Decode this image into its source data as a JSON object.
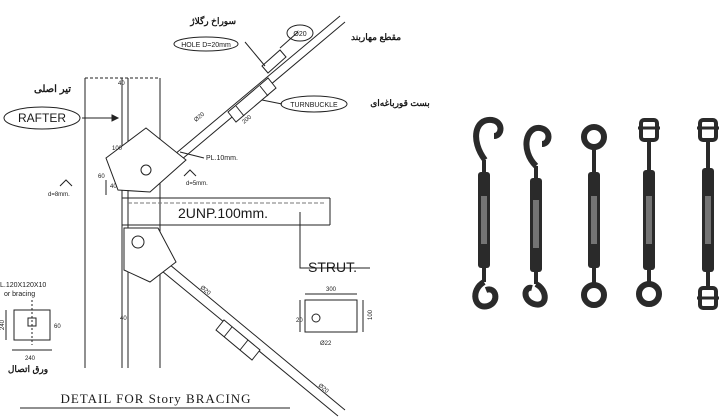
{
  "drawing": {
    "rafter_label_fa": "تیر اصلی",
    "rafter_label": "RAFTER",
    "hole_label_fa": "سوراخ رگلاژ",
    "hole_label": "HOLE D=20mm",
    "rod_section_label_fa": "مقطع مهاربند",
    "rod_section_label": "Ø20",
    "turnbuckle_label_fa": "بست قورباغه‌ای",
    "turnbuckle_label": "TURNBUCKLE",
    "plate_label": "PL.10mm.",
    "weld_upper_label": "d=5mm.",
    "weld_left_label": "d=8mm.",
    "beam_label": "2UNP.100mm.",
    "strut_label": "STRUT.",
    "angle_label_1": "L.120X120X10",
    "angle_label_2": "or bracing",
    "plate_fa_label": "ورق اتصال",
    "title": "DETAIL FOR Story BRACING",
    "dims": {
      "rod_upper": "Ø20",
      "rod_lower_1": "Ø20",
      "rod_lower_2": "Ø20",
      "tb_len": "200",
      "plate_w": "300",
      "plate_h": "100",
      "plate_edge": "20",
      "plate_hole": "Ø22",
      "base_a": "240",
      "base_b": "60",
      "base_c": "240",
      "post_w": "40",
      "gusset_60": "60",
      "gusset_100": "100",
      "gusset_40": "40",
      "col_40": "40"
    }
  },
  "photo": {
    "items": [
      "hook-hook",
      "hook-hook",
      "eye-eye",
      "jaw-eye",
      "jaw-jaw"
    ],
    "background": "#ffffff",
    "metal_color": "#2a2a2a"
  }
}
